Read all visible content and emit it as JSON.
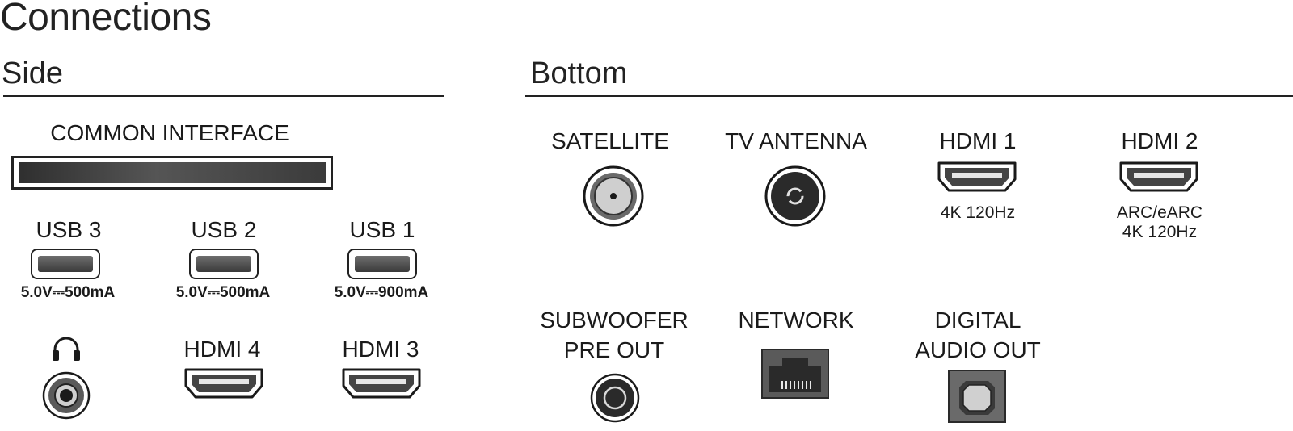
{
  "title": "Connections",
  "side": {
    "heading": "Side",
    "common_interface": "COMMON INTERFACE",
    "usb": [
      {
        "label": "USB 3",
        "spec": "5.0V⎓500mA"
      },
      {
        "label": "USB 2",
        "spec": "5.0V⎓500mA"
      },
      {
        "label": "USB 1",
        "spec": "5.0V⎓900mA"
      }
    ],
    "hdmi4": "HDMI 4",
    "hdmi3": "HDMI 3",
    "headphone_icon": "headphones-icon"
  },
  "bottom": {
    "heading": "Bottom",
    "satellite": "SATELLITE",
    "tv_antenna": "TV ANTENNA",
    "hdmi1": {
      "label": "HDMI 1",
      "spec": "4K 120Hz"
    },
    "hdmi2": {
      "label": "HDMI 2",
      "spec_line1": "ARC/eARC",
      "spec_line2": "4K 120Hz"
    },
    "subwoofer_line1": "SUBWOOFER",
    "subwoofer_line2": "PRE OUT",
    "network": "NETWORK",
    "digital_line1": "DIGITAL",
    "digital_line2": "AUDIO OUT"
  },
  "colors": {
    "ink": "#1a1a1a",
    "port_fill": "#3a3a3a"
  }
}
